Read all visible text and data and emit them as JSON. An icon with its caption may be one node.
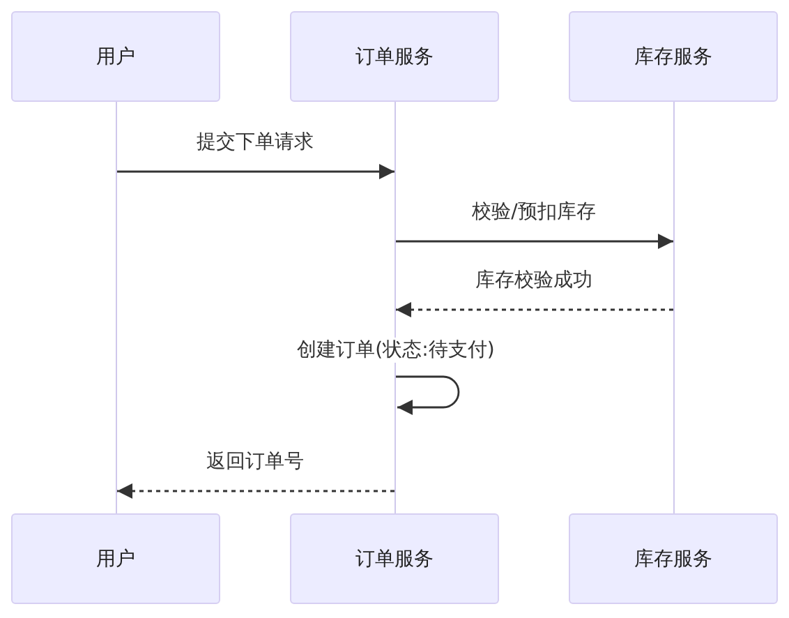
{
  "diagram": {
    "nodes": [
      {
        "text": [
          "用户"
        ]
      },
      {
        "text": [
          "订单服务"
        ]
      },
      {
        "text": [
          "库存服务"
        ]
      },
      {
        "text": [
          "用户"
        ]
      },
      {
        "text": [
          "订单服务"
        ]
      },
      {
        "text": [
          "库存服务"
        ]
      },
      {
        "text": [],
        "shape": "bar"
      },
      {
        "text": [],
        "shape": "bar"
      },
      {
        "text": [],
        "shape": "bar"
      }
    ],
    "edges": [
      {
        "from": 6,
        "to": 7,
        "arrow": "to",
        "label": "提交下单请求"
      },
      {
        "from": 7,
        "to": 8,
        "arrow": "to",
        "label": "校验/预扣库存"
      },
      {
        "from": 8,
        "to": 7,
        "arrow": "to",
        "label": "库存校验成功",
        "style": "dashed"
      },
      {
        "from": 7,
        "to": 7,
        "arrow": "to",
        "label": "创建订单(状态:待支付)"
      },
      {
        "from": 7,
        "to": 6,
        "arrow": "to",
        "label": "返回订单号",
        "style": "dashed"
      }
    ]
  }
}
